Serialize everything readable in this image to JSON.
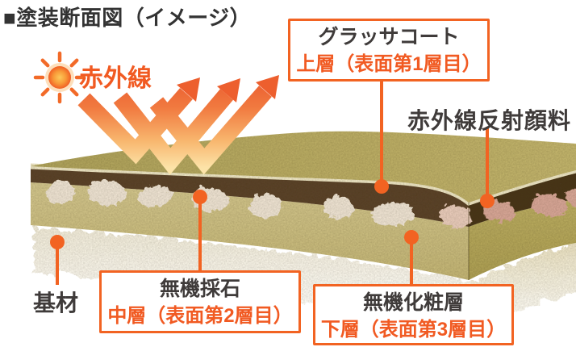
{
  "title": "■塗装断面図（イメージ）",
  "sun": {
    "label": "赤外線",
    "icon": "sun-icon"
  },
  "arrows": {
    "icon": "reflection-arrows-icon",
    "meaning": "赤外線の反射"
  },
  "callouts": {
    "top_coat": {
      "line1": "グラッサコート",
      "line2": "上層（表面第1層目）"
    },
    "pigment": {
      "label": "赤外線反射顔料"
    },
    "middle": {
      "line1": "無機採石",
      "line2": "中層（表面第2層目）"
    },
    "bottom": {
      "line1": "無機化粧層",
      "line2": "下層（表面第3層目）"
    },
    "base": {
      "label": "基材"
    }
  },
  "colors": {
    "accent": "#f15a22",
    "leader_line": "#f26322",
    "dark_text": "#3f3b3a",
    "title_text": "#333333",
    "surface_olive": "#b7a963",
    "coat_brown": "#5a4329",
    "coat_brown_right": "#46361b",
    "stone_beige": "#ece1d0",
    "pigment_pink": "#d5a494",
    "cosmetic_khaki": "#c9bc7e",
    "base_white": "#f2eee1",
    "cream_edge": "#ebe3c1"
  }
}
